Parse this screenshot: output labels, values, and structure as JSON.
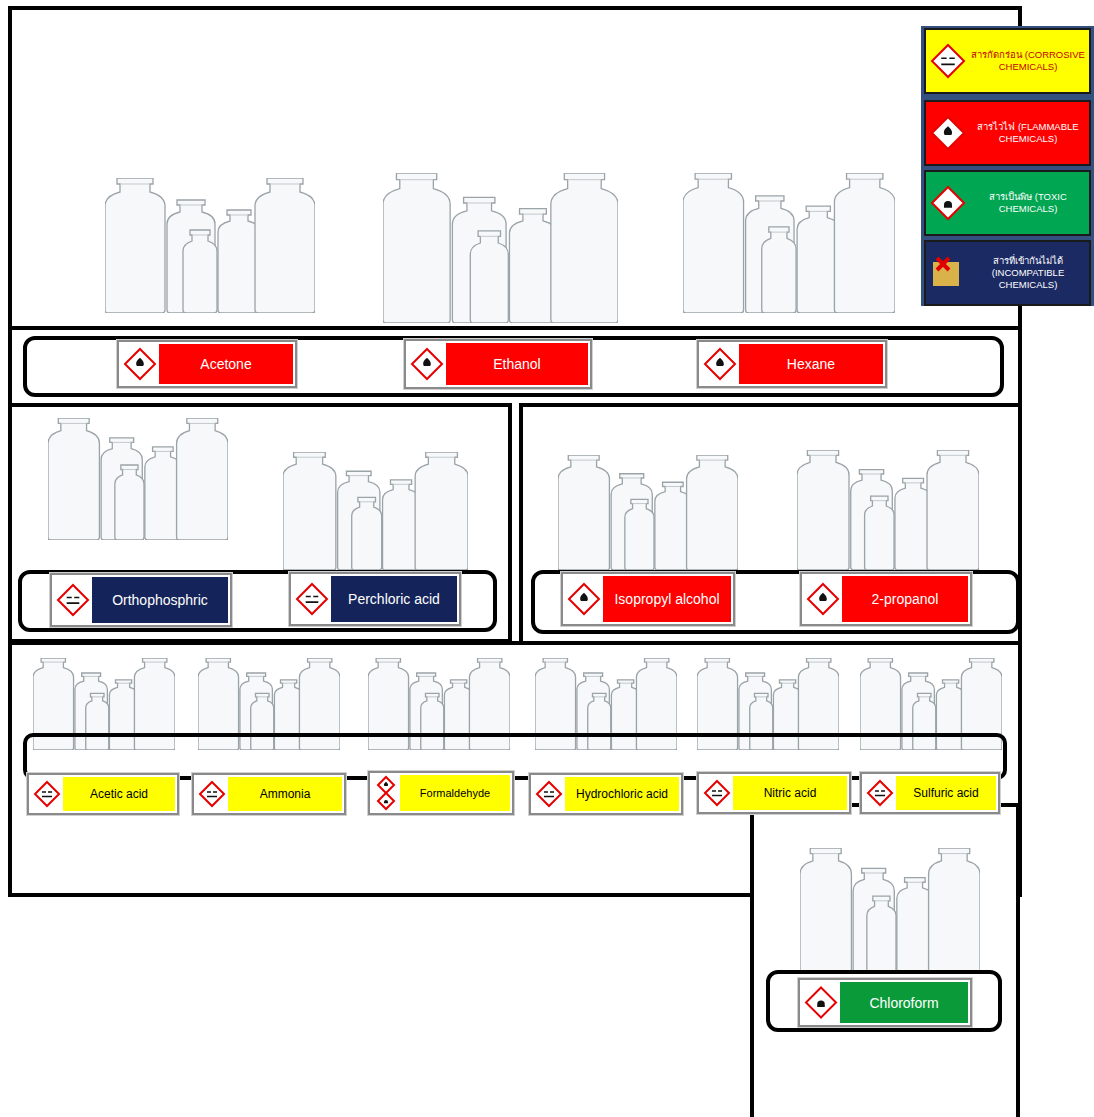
{
  "diagram": {
    "nodes": [
      {
        "text": [
          "Acetone"
        ]
      },
      {
        "text": [
          "Ethanol"
        ]
      },
      {
        "text": [
          "Hexane"
        ]
      },
      {
        "text": [
          "Orthophosphric"
        ]
      },
      {
        "text": [
          "Perchloric acid"
        ]
      },
      {
        "text": [
          "Isopropyl alcohol"
        ]
      },
      {
        "text": [
          "2-propanol"
        ]
      },
      {
        "text": [
          "Acetic acid"
        ]
      },
      {
        "text": [
          "Ammonia"
        ]
      },
      {
        "text": [
          "Formaldehyde"
        ]
      },
      {
        "text": [
          "Hydrochloric acid"
        ]
      },
      {
        "text": [
          "Nitric acid"
        ]
      },
      {
        "text": [
          "Sulfuric acid"
        ]
      },
      {
        "text": [
          "Chloroform"
        ]
      }
    ],
    "legend": [
      {
        "text": "สารกัดกร่อน (CORROSIVE CHEMICALS)",
        "color": "#ffff00"
      },
      {
        "text": "สารไวไฟ (FLAMMABLE CHEMICALS)",
        "color": "#ff0000"
      },
      {
        "text": "สารเป็นพิษ (TOXIC CHEMICALS)",
        "color": "#00a651"
      },
      {
        "text": "สารที่เข้ากันไม่ได้ (INCOMPATIBLE CHEMICALS)",
        "color": "#1c2a63"
      }
    ]
  }
}
